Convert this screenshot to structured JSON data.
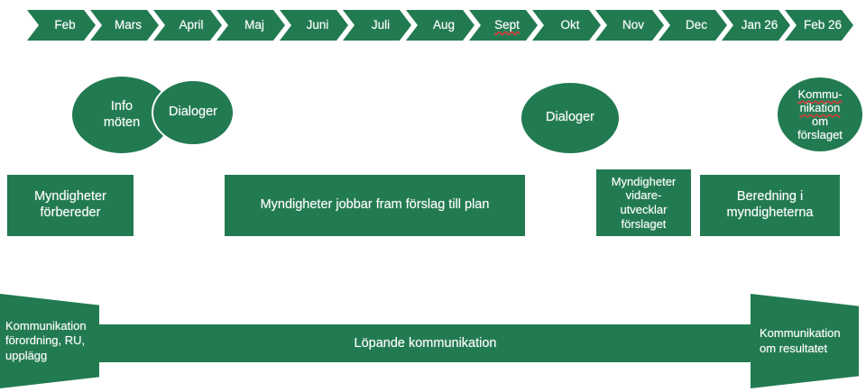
{
  "theme": {
    "green": "#227a51",
    "text_on_green": "#ffffff",
    "background": "#ffffff",
    "spellcheck_underline": "#e02020"
  },
  "timeline": {
    "months": [
      {
        "label": "Feb",
        "misspelled": false
      },
      {
        "label": "Mars",
        "misspelled": false
      },
      {
        "label": "April",
        "misspelled": false
      },
      {
        "label": "Maj",
        "misspelled": false
      },
      {
        "label": "Juni",
        "misspelled": false
      },
      {
        "label": "Juli",
        "misspelled": false
      },
      {
        "label": "Aug",
        "misspelled": false
      },
      {
        "label": "Sept",
        "misspelled": true
      },
      {
        "label": "Okt",
        "misspelled": false
      },
      {
        "label": "Nov",
        "misspelled": false
      },
      {
        "label": "Dec",
        "misspelled": false
      },
      {
        "label": "Jan 26",
        "misspelled": false
      },
      {
        "label": "Feb 26",
        "misspelled": false
      }
    ]
  },
  "activities": {
    "ellipses": [
      {
        "label": "Info\nmöten",
        "label_text": "Info möten"
      },
      {
        "label": "Dialoger",
        "label_text": "Dialoger"
      },
      {
        "label": "Dialoger",
        "label_text": "Dialoger"
      },
      {
        "label": "Kommu-\nnikation\nom\nförslaget",
        "label_text": "Kommu- nikation om förslaget"
      }
    ],
    "ellipse_0_line_1": "Info",
    "ellipse_0_line_2": "möten",
    "ellipse_1_line_1": "Dialoger",
    "ellipse_2_line_1": "Dialoger",
    "ellipse_3_line_1": "Kommu-",
    "ellipse_3_line_2": "nikation",
    "ellipse_3_line_3": "om",
    "ellipse_3_line_4": "förslaget"
  },
  "workstreams": {
    "bar_0_line_1": "Myndigheter",
    "bar_0_line_2": "förbereder",
    "bar_1_line_1": "Myndigheter jobbar fram förslag till plan",
    "bar_2_line_1": "Myndigheter",
    "bar_2_line_2": "vidare-",
    "bar_2_line_3": "utvecklar",
    "bar_2_line_4": "förslaget",
    "bar_3_line_1": "Beredning i",
    "bar_3_line_2": "myndigheterna"
  },
  "communication": {
    "start_line_1": "Kommunikation",
    "start_line_2": "förordning, RU,",
    "start_line_3": "upplägg",
    "ongoing_label": "Löpande kommunikation",
    "end_line_1": "Kommunikation",
    "end_line_2": "om resultatet"
  }
}
